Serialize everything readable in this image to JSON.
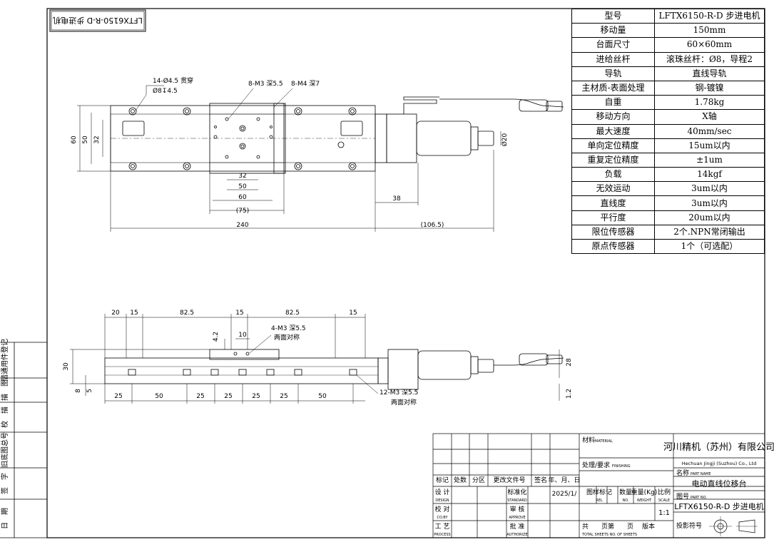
{
  "title_stamp": "LFTX6150-R-D 步进电机",
  "specs": [
    {
      "key": "型号",
      "value": "LFTX6150-R-D 步进电机"
    },
    {
      "key": "移动量",
      "value": "150mm"
    },
    {
      "key": "台面尺寸",
      "value": "60×60mm"
    },
    {
      "key": "进给丝杆",
      "value": "滚珠丝杆：Ø8，导程2"
    },
    {
      "key": "导轨",
      "value": "直线导轨"
    },
    {
      "key": "主材质-表面处理",
      "value": "钢-镀镍"
    },
    {
      "key": "自重",
      "value": "1.78kg"
    },
    {
      "key": "移动方向",
      "value": "X轴"
    },
    {
      "key": "最大速度",
      "value": "40mm/sec"
    },
    {
      "key": "单向定位精度",
      "value": "15um以内"
    },
    {
      "key": "重复定位精度",
      "value": "±1um"
    },
    {
      "key": "负载",
      "value": "14kgf"
    },
    {
      "key": "无效运动",
      "value": "3um以内"
    },
    {
      "key": "直线度",
      "value": "3um以内"
    },
    {
      "key": "平行度",
      "value": "20um以内"
    },
    {
      "key": "限位传感器",
      "value": "2个.NPN常闭输出"
    },
    {
      "key": "原点传感器",
      "value": "1个（可选配）"
    }
  ],
  "top_view": {
    "notes": [
      "14-Ø4.5 贯穿",
      "Ø8↧4.5",
      "8-M3 深5.5",
      "8-M4 深7"
    ],
    "dims": [
      "60",
      "50",
      "32",
      "32",
      "50",
      "60",
      "(75)",
      "240",
      "38",
      "(106.5)",
      "Ø20"
    ]
  },
  "side_view": {
    "dims_top": [
      "20",
      "15",
      "82.5",
      "15",
      "82.5",
      "15"
    ],
    "dims_bottom": [
      "25",
      "50",
      "25",
      "25",
      "25",
      "25",
      "50"
    ],
    "dims_left": [
      "30",
      "8",
      "5"
    ],
    "dims_right": [
      "28",
      "1.2"
    ],
    "notes": [
      "4.2",
      "10",
      "4-M3 深5.5",
      "两面对称",
      "12-M3 深5.5",
      "两面对称"
    ]
  },
  "left_strip": [
    "借通用件登记",
    "描　图",
    "校　描",
    "旧底图总号",
    "签　字",
    "日　期"
  ],
  "title_block": {
    "company": "河川精机（苏州）有限公司",
    "company_en": "Hechuan Jingji (Suzhou) Co., Ltd",
    "material_label": "材料",
    "material_en": "MATERIAL",
    "finishing_label": "处理/要求",
    "finishing_en": "FINISHING",
    "name_label": "名称",
    "name_en": "PART NAME",
    "part_name": "电动直线位移台",
    "partno_label": "图号",
    "partno_en": "PART NO.",
    "part_no": "LFTX6150-R-D 步进电机",
    "proj_label": "投影符号",
    "header_row": [
      "标记",
      "处数",
      "分区",
      "更改文件号",
      "签名",
      "年、月、日"
    ],
    "design": "设 计",
    "design_en": "DESIGN",
    "check": "校 对",
    "check_en": "CO.BY",
    "process": "工 艺",
    "process_en": "PROCESS",
    "standard": "标准化",
    "standard_en": "STANDARD",
    "review": "审 核",
    "review_en": "APPROVE",
    "approve": "批 准",
    "approve_en": "AUTHORIZE",
    "date": "2025/1/",
    "stage": "图样标记",
    "stage_en": "REL",
    "qty": "数量",
    "qty_en": "NO.",
    "weight": "重量(Kg)",
    "weight_en": "WEIGHT",
    "scale_label": "比例",
    "scale_en": "SCALE",
    "scale": "1:1",
    "sheets": "共　　页第　　页",
    "sheets_en": "TOTAL SHEETS NO. OF SHEETS",
    "version": "版本"
  }
}
